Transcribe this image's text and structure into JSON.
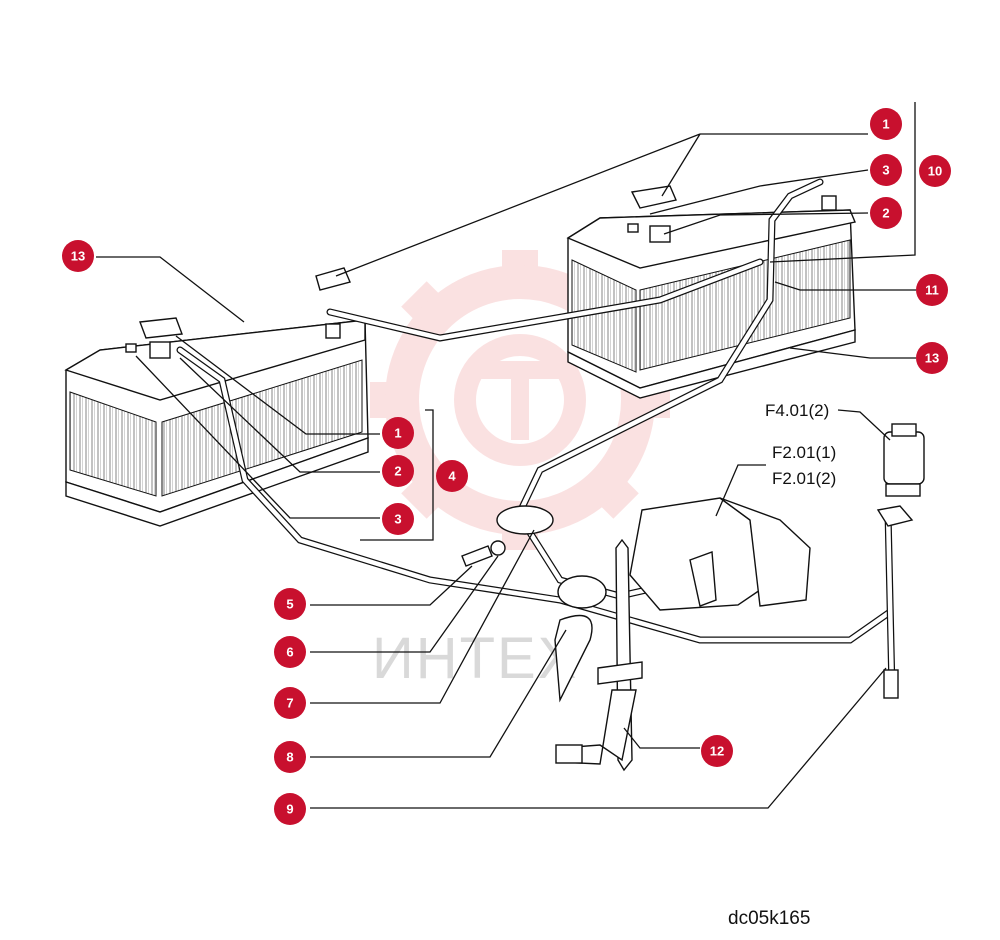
{
  "callouts": [
    {
      "id": "c1a",
      "label": "1"
    },
    {
      "id": "c3a",
      "label": "3"
    },
    {
      "id": "c10",
      "label": "10"
    },
    {
      "id": "c2a",
      "label": "2"
    },
    {
      "id": "c11",
      "label": "11"
    },
    {
      "id": "c13a",
      "label": "13"
    },
    {
      "id": "c13b",
      "label": "13"
    },
    {
      "id": "c1b",
      "label": "1"
    },
    {
      "id": "c2b",
      "label": "2"
    },
    {
      "id": "c4",
      "label": "4"
    },
    {
      "id": "c3b",
      "label": "3"
    },
    {
      "id": "c5",
      "label": "5"
    },
    {
      "id": "c6",
      "label": "6"
    },
    {
      "id": "c7",
      "label": "7"
    },
    {
      "id": "c8",
      "label": "8"
    },
    {
      "id": "c12",
      "label": "12"
    },
    {
      "id": "c9",
      "label": "9"
    }
  ],
  "references": {
    "f401": "F4.01(2)",
    "f201_1": "F2.01(1)",
    "f201_2": "F2.01(2)"
  },
  "drawing_code": "dc05k165",
  "watermark": {
    "text": "ИНТЕХ",
    "color": "#d9d9d9",
    "gear_color": "#f7c9c9"
  },
  "colors": {
    "callout": "#c8102e",
    "ink": "#111111"
  }
}
